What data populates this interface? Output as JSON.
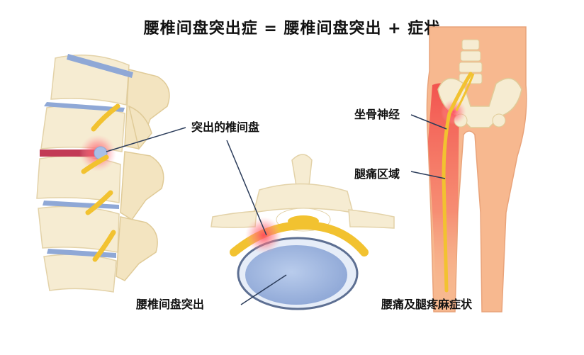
{
  "title": "腰椎间盘突出症 = 腰椎间盘突出 + 症状",
  "labels": {
    "herniated_disc": "突出的椎间盘",
    "lumbar_disc_herniation": "腰椎间盘突出",
    "sciatic_nerve": "坐骨神经",
    "leg_pain_area": "腿痛区域",
    "symptoms": "腰痛及腿疼麻症状"
  },
  "colors": {
    "bone": "#f6ecd2",
    "bone_shadow": "#e6d6ae",
    "disc": "#8fa8d6",
    "nerve": "#f2c230",
    "inflammation": "#f06070",
    "skin": "#f7b88f",
    "pain": "#ea3b3b",
    "leader": "#2b3c5a"
  }
}
